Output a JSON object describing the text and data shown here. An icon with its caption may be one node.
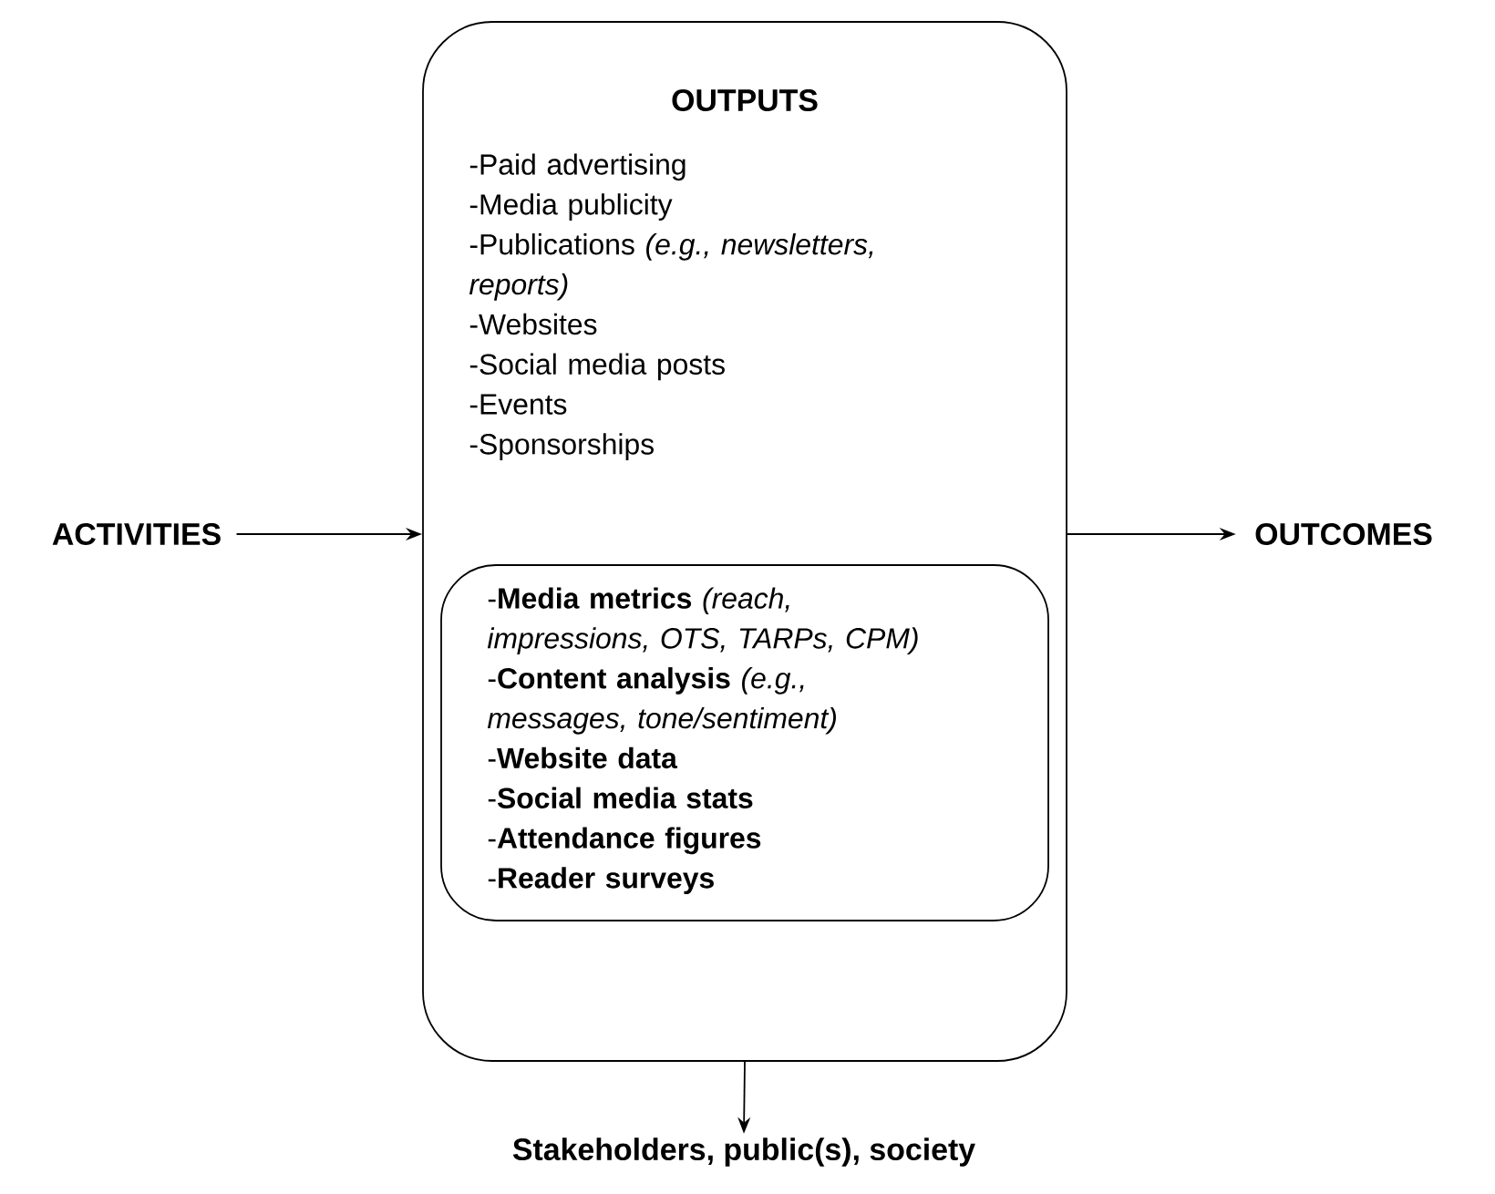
{
  "diagram": {
    "nodes": [
      {
        "text": [
          "ACTIVITIES"
        ]
      },
      {
        "text": [
          "OUTPUTS",
          "-Paid advertising",
          "-Media publicity",
          "-Publications *(e.g., newsletters, reports)*",
          "-Websites",
          "-Social media posts",
          "-Events",
          "-Sponsorships"
        ]
      },
      {
        "text": [
          "-**Media metrics** *(reach, impressions, OTS, TARPs, CPM)*",
          "-**Content analysis** *(e.g., messages, tone/sentiment)*",
          "-**Website data**",
          "-**Social media stats**",
          "-**Attendance figures**",
          "-**Reader surveys**"
        ],
        "in": 1
      },
      {
        "text": [
          "OUTCOMES"
        ]
      },
      {
        "text": [
          "Stakeholders, public(s), society"
        ]
      }
    ],
    "edges": [
      {
        "from": 0,
        "to": 1,
        "arrow": "to"
      },
      {
        "from": 1,
        "to": 3,
        "arrow": "to"
      },
      {
        "from": 1,
        "to": 4,
        "arrow": "to"
      }
    ]
  }
}
